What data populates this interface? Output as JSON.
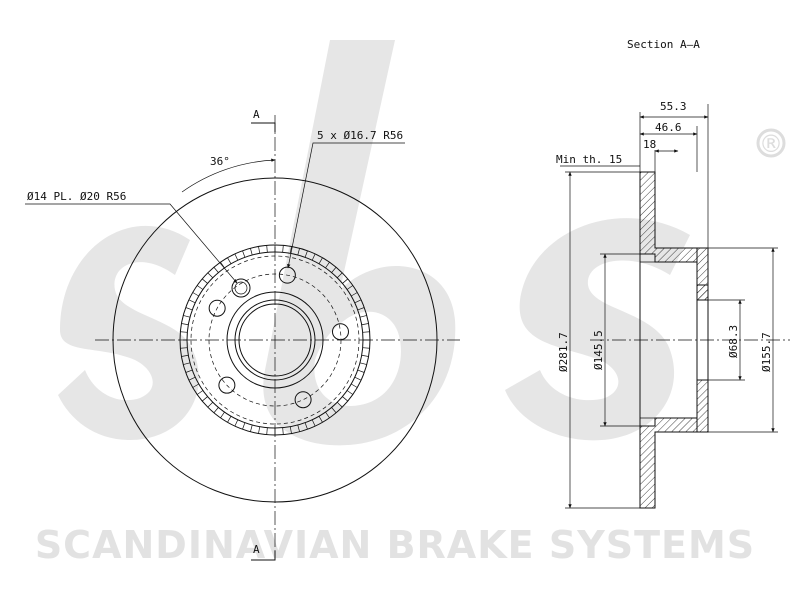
{
  "watermark": {
    "logo": "sbs",
    "registered_mark": "®",
    "company": "SCANDINAVIAN BRAKE SYSTEMS"
  },
  "section": {
    "title": "Section A–A",
    "cut_label_top": "A",
    "cut_label_bottom": "A"
  },
  "front_view": {
    "angle_label": "36°",
    "bolt_holes_label": "5 x Ø16.7 R56",
    "pin_holes_label": "Ø14 PL. Ø20 R56"
  },
  "dimensions": {
    "overall_height": "55.3",
    "disc_thickness": "46.6",
    "hat_depth": "18",
    "min_thickness": "Min th. 15",
    "outer_diameter": "Ø281.7",
    "hat_diameter": "Ø145.5",
    "center_bore": "Ø68.3",
    "hub_diameter": "Ø155.7"
  }
}
